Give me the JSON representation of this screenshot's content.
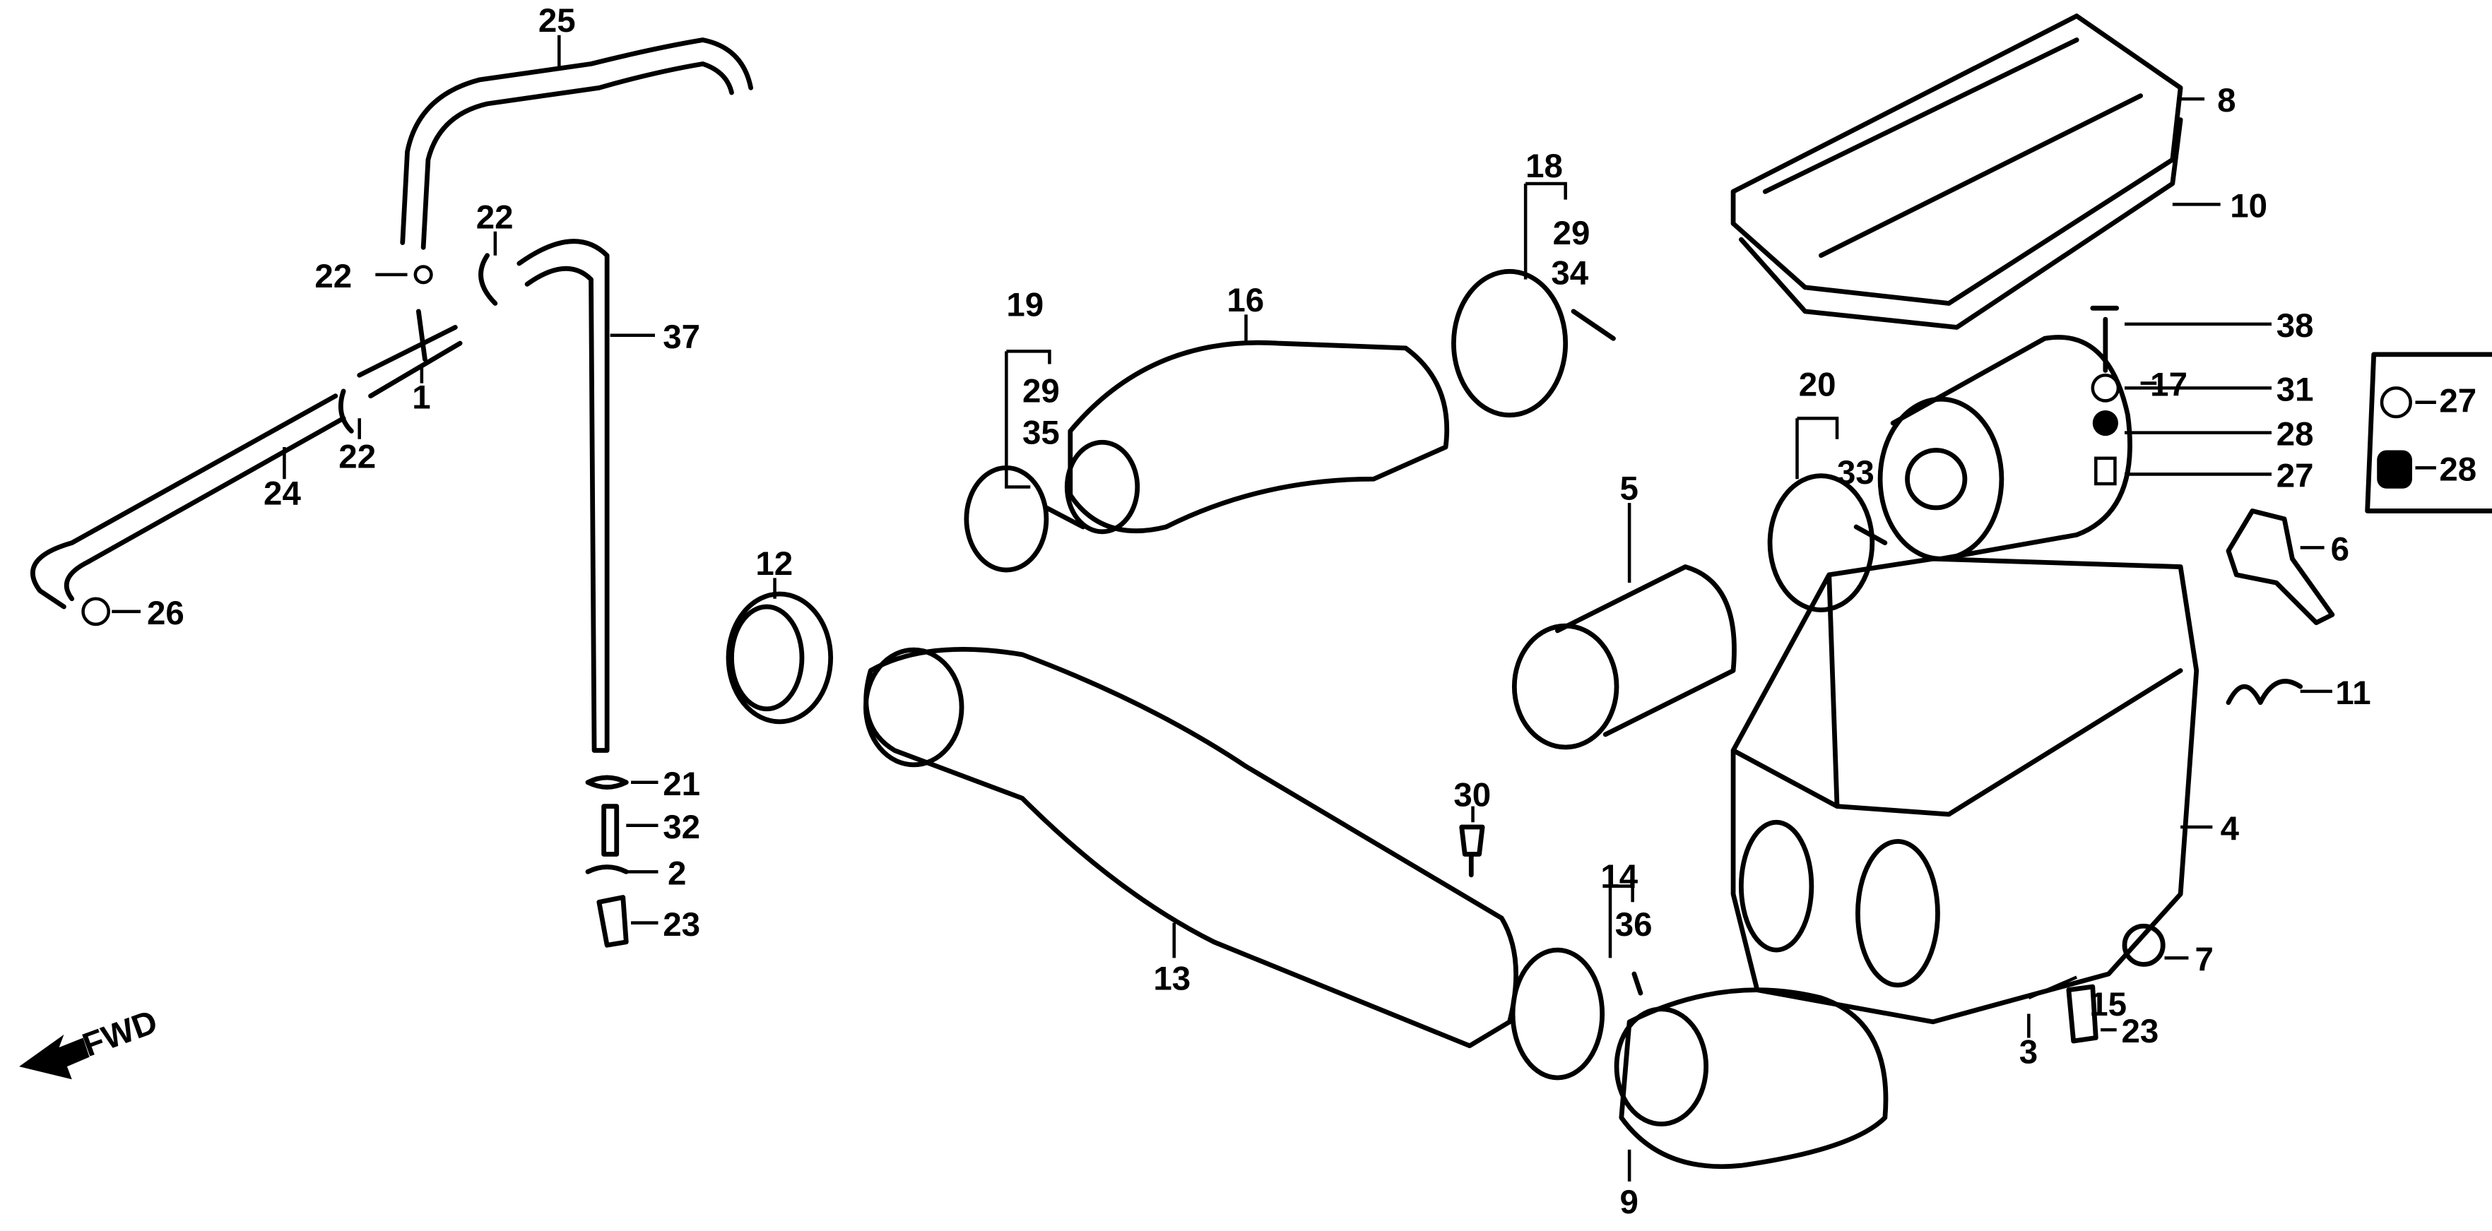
{
  "diagram": {
    "direction_label": "FWD",
    "callouts": [
      "25",
      "22",
      "22",
      "1",
      "22",
      "24",
      "26",
      "37",
      "21",
      "32",
      "2",
      "23",
      "12",
      "13",
      "19",
      "29",
      "35",
      "16",
      "18",
      "29",
      "34",
      "30",
      "14",
      "36",
      "9",
      "5",
      "20",
      "33",
      "17",
      "8",
      "10",
      "38",
      "31",
      "28",
      "27",
      "27",
      "28",
      "6",
      "11",
      "4",
      "7",
      "15",
      "3",
      "23"
    ]
  }
}
